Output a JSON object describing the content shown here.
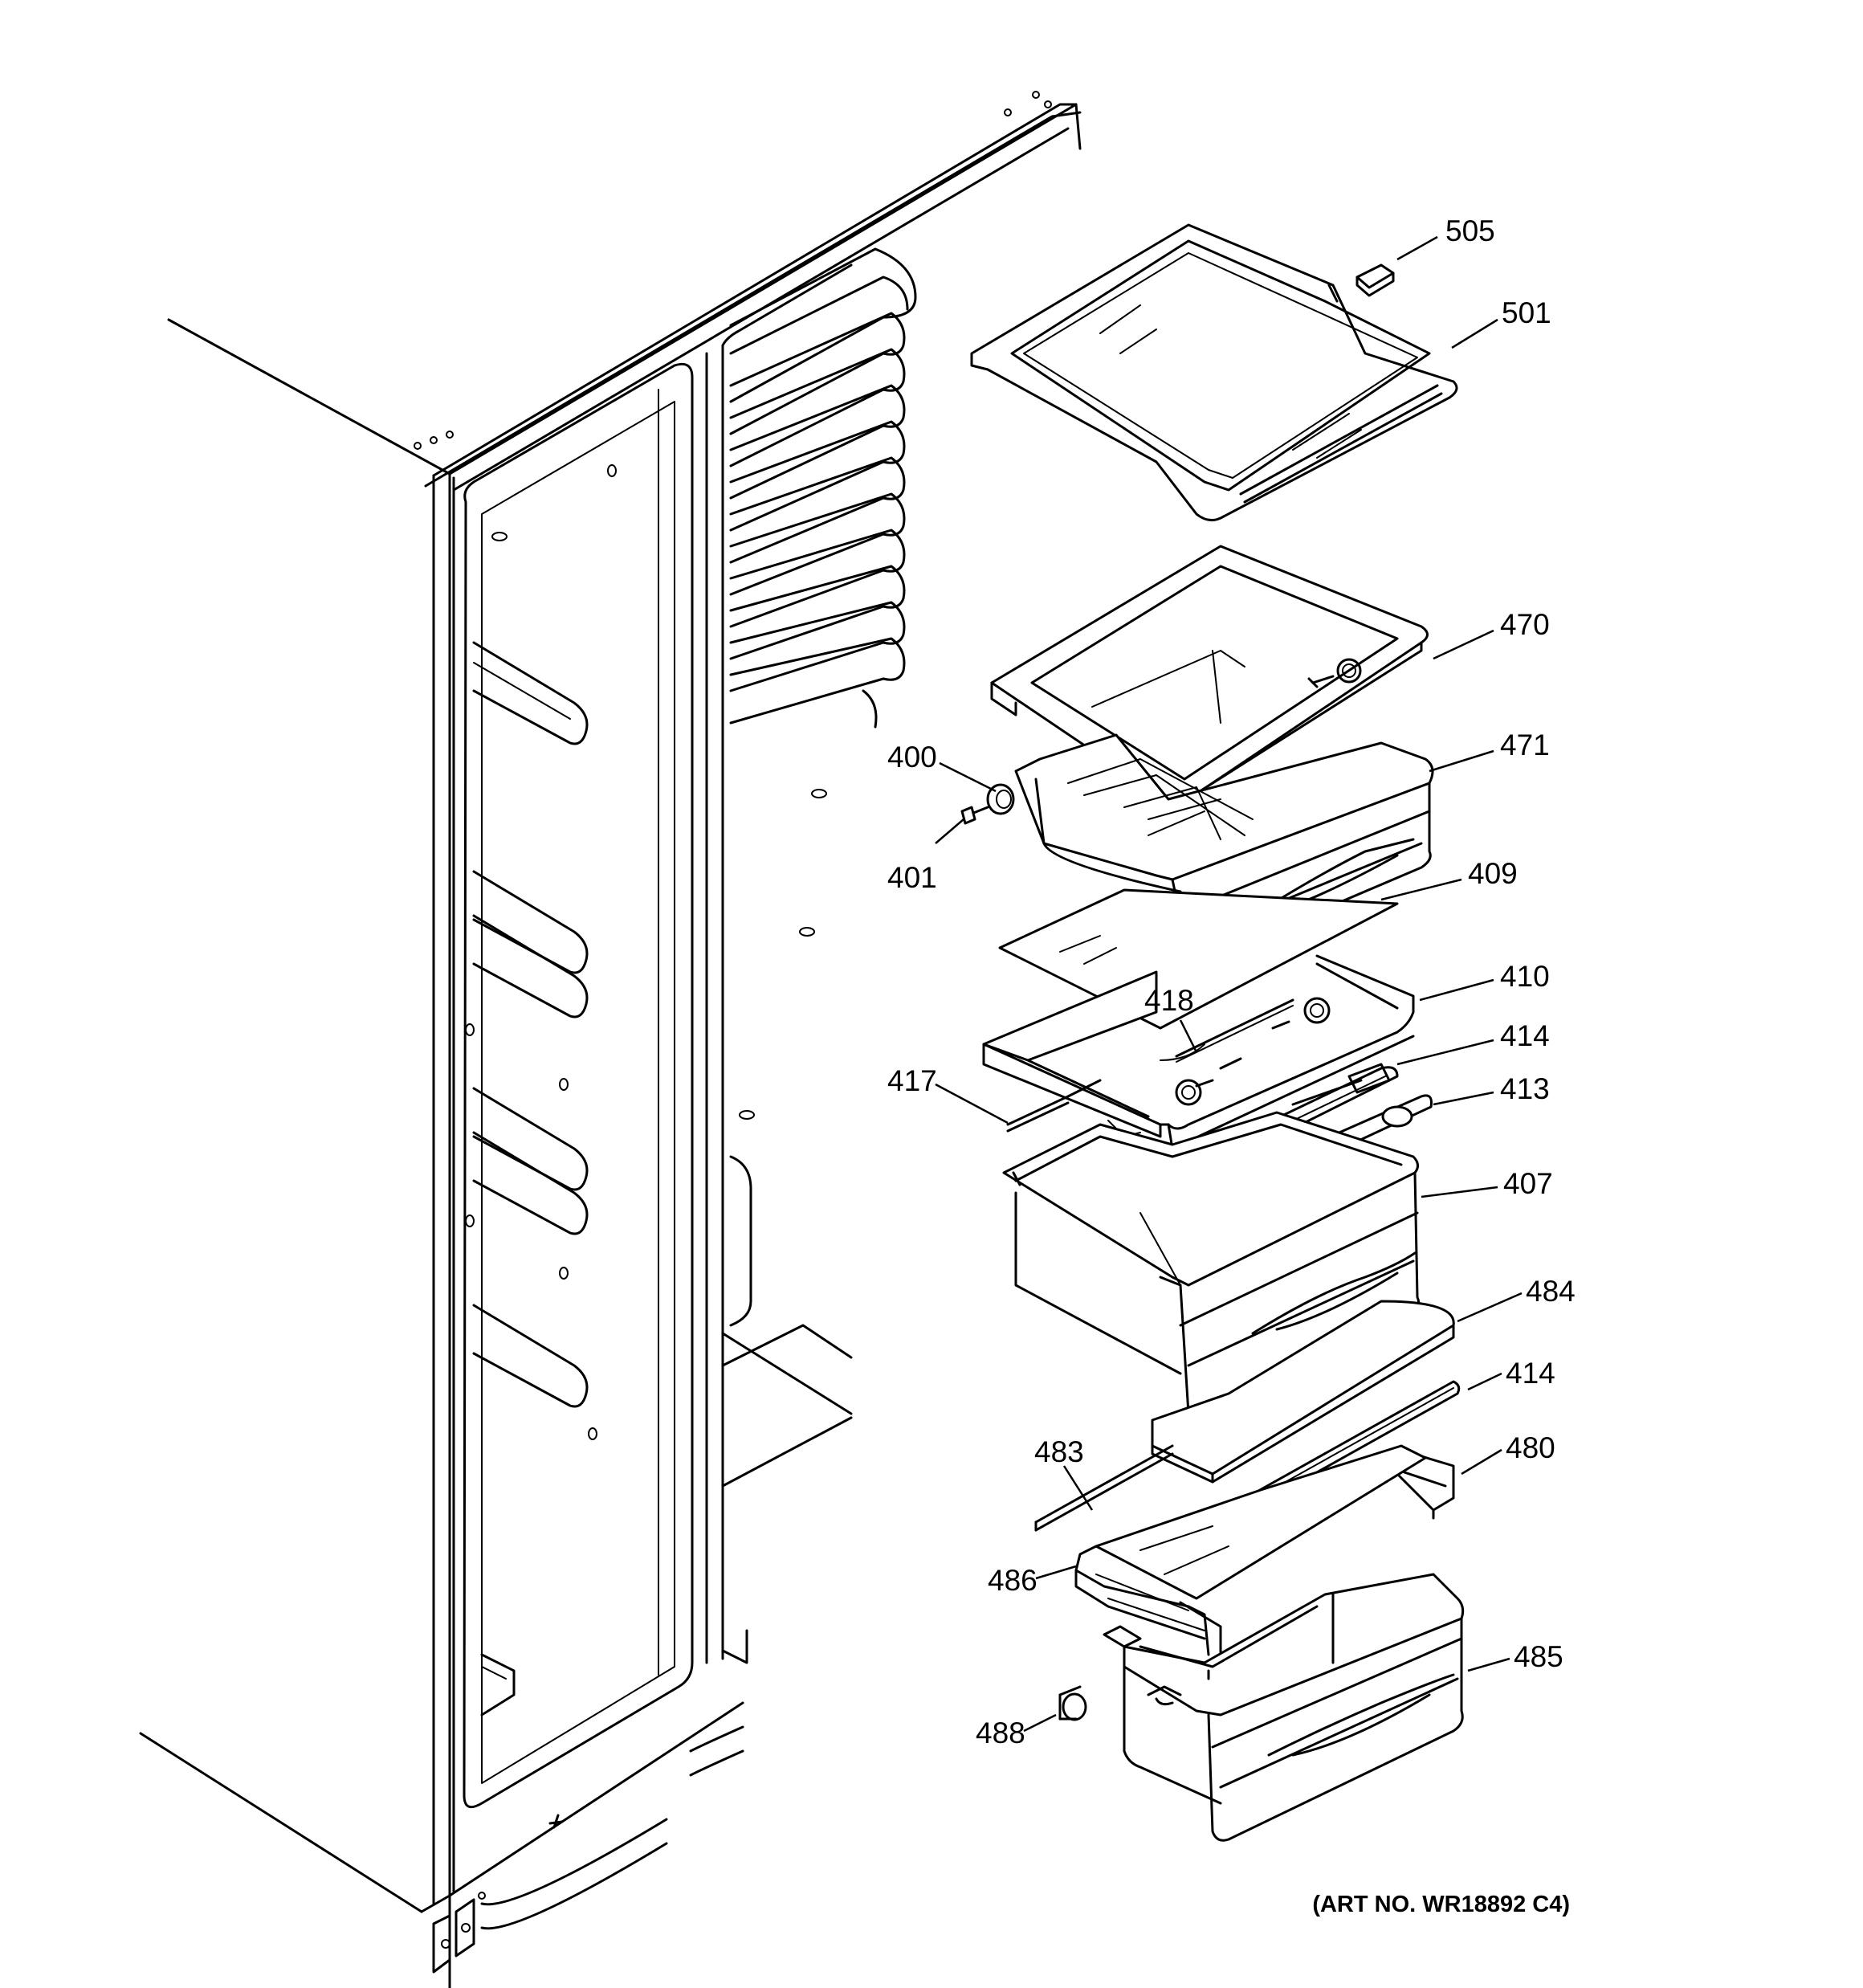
{
  "diagram": {
    "art_number": "(ART NO. WR18892 C4)",
    "callouts": [
      {
        "id": "505",
        "label": "505"
      },
      {
        "id": "501",
        "label": "501"
      },
      {
        "id": "470",
        "label": "470"
      },
      {
        "id": "471",
        "label": "471"
      },
      {
        "id": "400",
        "label": "400"
      },
      {
        "id": "401",
        "label": "401"
      },
      {
        "id": "409",
        "label": "409"
      },
      {
        "id": "410",
        "label": "410"
      },
      {
        "id": "418",
        "label": "418"
      },
      {
        "id": "414a",
        "label": "414"
      },
      {
        "id": "417",
        "label": "417"
      },
      {
        "id": "413",
        "label": "413"
      },
      {
        "id": "407",
        "label": "407"
      },
      {
        "id": "484",
        "label": "484"
      },
      {
        "id": "414b",
        "label": "414"
      },
      {
        "id": "483",
        "label": "483"
      },
      {
        "id": "480",
        "label": "480"
      },
      {
        "id": "486",
        "label": "486"
      },
      {
        "id": "485",
        "label": "485"
      },
      {
        "id": "488",
        "label": "488"
      }
    ]
  }
}
